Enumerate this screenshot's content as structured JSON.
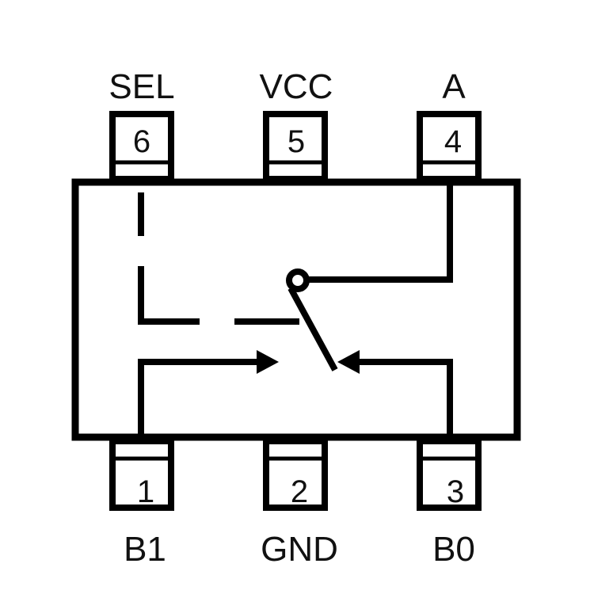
{
  "colors": {
    "stroke": "#000000",
    "background": "#ffffff"
  },
  "top_pins": [
    {
      "name": "SEL",
      "number": "6"
    },
    {
      "name": "VCC",
      "number": "5"
    },
    {
      "name": "A",
      "number": "4"
    }
  ],
  "bottom_pins": [
    {
      "name": "B1",
      "number": "1"
    },
    {
      "name": "GND",
      "number": "2"
    },
    {
      "name": "B0",
      "number": "3"
    }
  ]
}
